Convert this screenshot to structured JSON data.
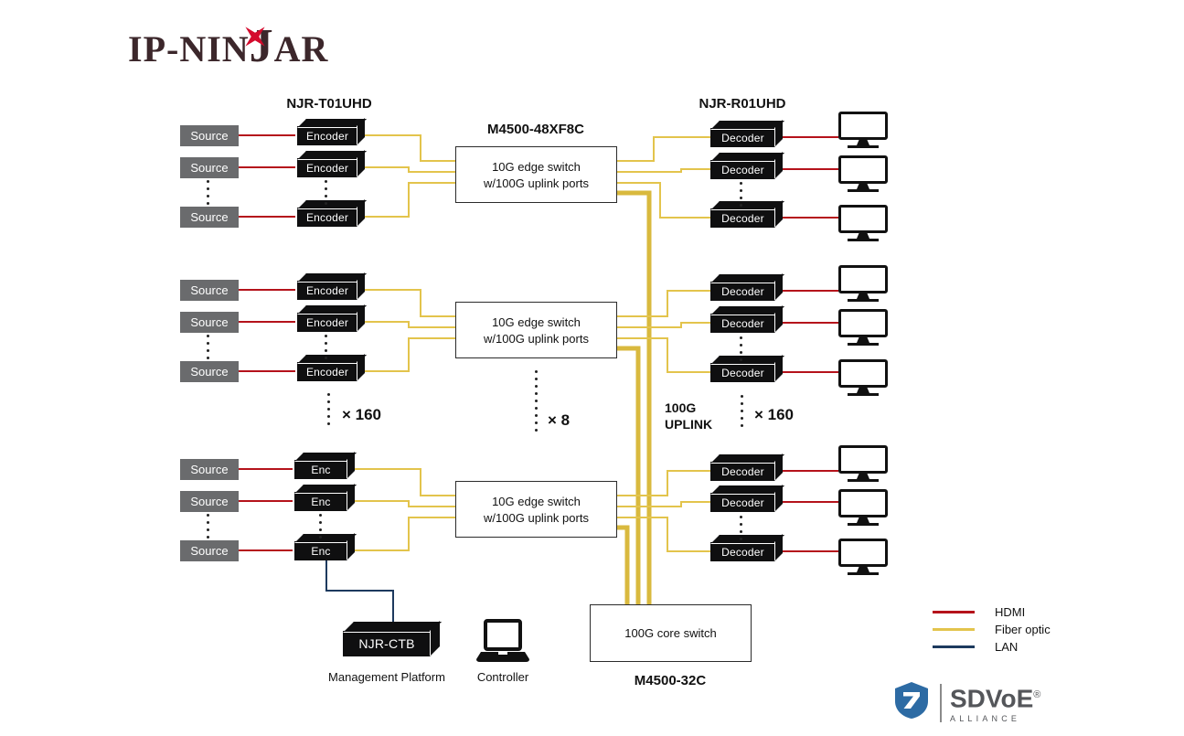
{
  "logo": {
    "pre": "IP-NIN",
    "j": "J",
    "post": "AR"
  },
  "headers": {
    "encoder_model": "NJR-T01UHD",
    "edge_switch_model": "M4500-48XF8C",
    "decoder_model": "NJR-R01UHD"
  },
  "devices": {
    "source": "Source",
    "encoder": "Encoder",
    "encoder_short": "Enc",
    "decoder": "Decoder"
  },
  "edge_switch": {
    "line1": "10G edge switch",
    "line2": "w/100G uplink ports"
  },
  "counts": {
    "encoders": "× 160",
    "switches": "× 8",
    "decoders": "× 160"
  },
  "uplink": {
    "line1": "100G",
    "line2": "UPLINK"
  },
  "core_switch": {
    "label": "100G core switch",
    "model": "M4500-32C"
  },
  "management": {
    "device": "NJR-CTB",
    "caption": "Management Platform"
  },
  "controller": {
    "caption": "Controller"
  },
  "legend": {
    "items": [
      {
        "label": "HDMI",
        "color": "#b5121b"
      },
      {
        "label": "Fiber optic",
        "color": "#e3c44c"
      },
      {
        "label": "LAN",
        "color": "#1d3a5e"
      }
    ]
  },
  "sdvoe": {
    "name": "SDVoE",
    "registered": "®",
    "sub": "ALLIANCE"
  }
}
